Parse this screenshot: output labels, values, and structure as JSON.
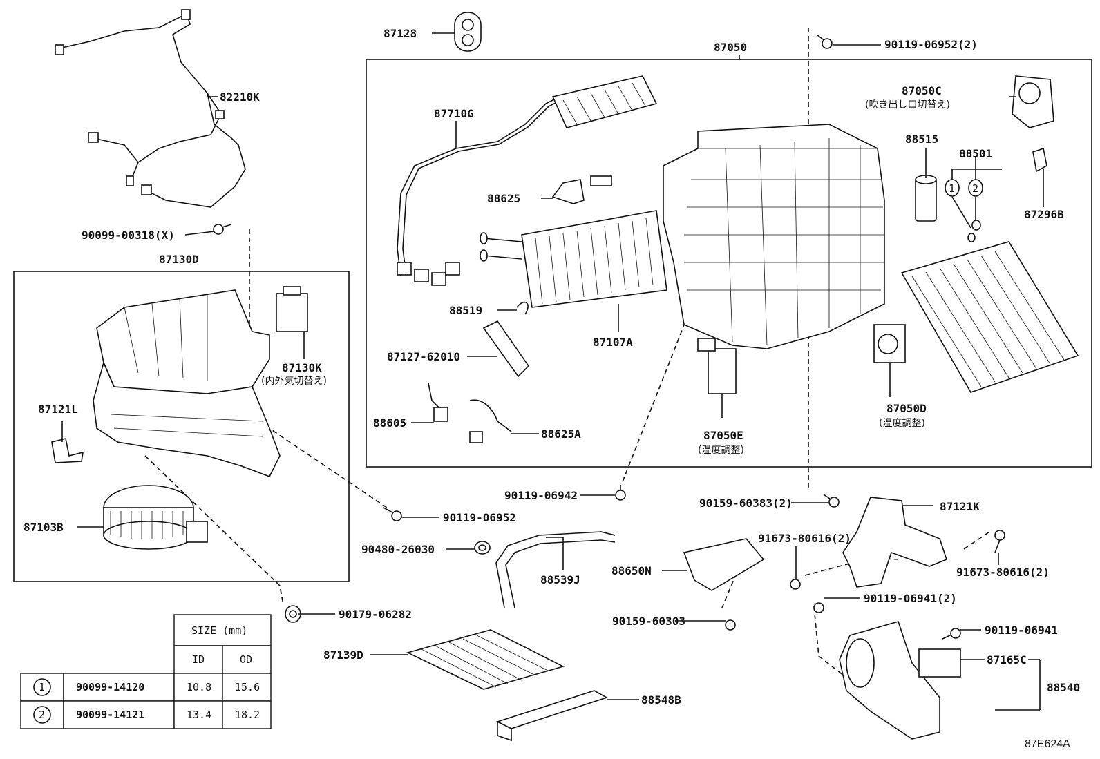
{
  "parts": {
    "p87128": "87128",
    "p87050": "87050",
    "p90119_06952_2": "90119-06952(2)",
    "p87050C": "87050C",
    "p87050C_sub": "(吹き出し口切替え)",
    "p82210K": "82210K",
    "p87710G": "87710G",
    "p88515": "88515",
    "p88501": "88501",
    "p88625": "88625",
    "p87296B": "87296B",
    "p90099_00318": "90099-00318(X)",
    "p87130D": "87130D",
    "p88519": "88519",
    "p87107A": "87107A",
    "p87127_62010": "87127-62010",
    "p87130K": "87130K",
    "p87130K_sub": "(内外気切替え)",
    "p87121L": "87121L",
    "p88605": "88605",
    "p88625A": "88625A",
    "p87050E": "87050E",
    "p87050E_sub": "(温度調整)",
    "p87050D": "87050D",
    "p87050D_sub": "(温度調整)",
    "p90119_06942": "90119-06942",
    "p90159_60383_2": "90159-60383(2)",
    "p87121K": "87121K",
    "p90119_06952": "90119-06952",
    "p87103B": "87103B",
    "p91673_80616_2a": "91673-80616(2)",
    "p90480_26030": "90480-26030",
    "p88650N": "88650N",
    "p88539J": "88539J",
    "p91673_80616_2b": "91673-80616(2)",
    "p90119_06941_2": "90119-06941(2)",
    "p90179_06282": "90179-06282",
    "p90159_60303": "90159-60303",
    "p90119_06941": "90119-06941",
    "p87139D": "87139D",
    "p87165C": "87165C",
    "p88540": "88540",
    "p88548B": "88548B",
    "callout1": "1",
    "callout2": "2"
  },
  "size_table": {
    "header": "SIZE (mm)",
    "col_id": "ID",
    "col_od": "OD",
    "rows": [
      {
        "mark": "1",
        "part": "90099-14120",
        "id": "10.8",
        "od": "15.6"
      },
      {
        "mark": "2",
        "part": "90099-14121",
        "id": "13.4",
        "od": "18.2"
      }
    ]
  },
  "figure_code": "87E624A"
}
